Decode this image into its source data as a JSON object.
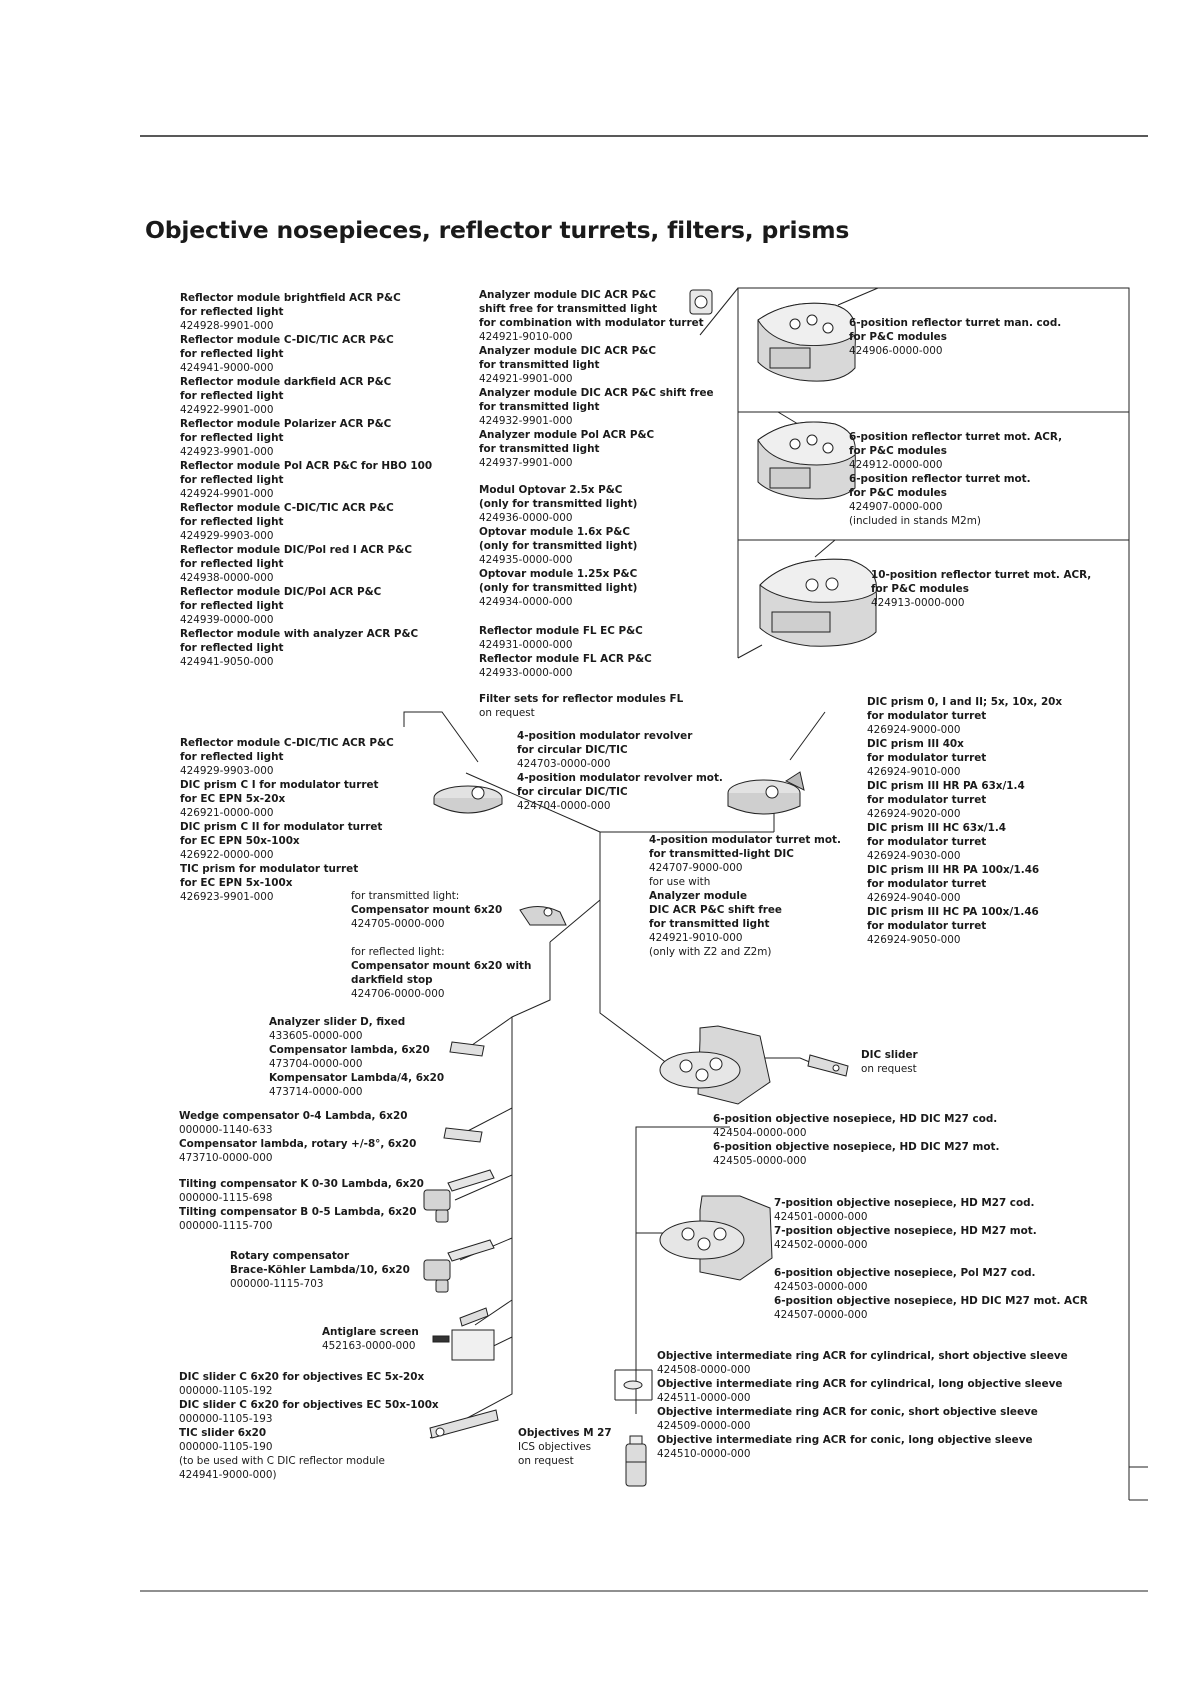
{
  "page_title": "Objective nosepieces, reflector turrets, filters, prisms",
  "col1_reflector_modules": [
    {
      "name": "Reflector module brightfield ACR P&C",
      "sub": "for reflected light",
      "part": "424928-9901-000"
    },
    {
      "name": "Reflector module C-DIC/TIC ACR P&C",
      "sub": "for reflected light",
      "part": "424941-9000-000"
    },
    {
      "name": "Reflector module darkfield ACR P&C",
      "sub": "for reflected light",
      "part": "424922-9901-000"
    },
    {
      "name": "Reflector module Polarizer ACR P&C",
      "sub": "for reflected light",
      "part": "424923-9901-000"
    },
    {
      "name": "Reflector module Pol ACR P&C for HBO 100",
      "sub": "for reflected light",
      "part": "424924-9901-000"
    },
    {
      "name": "Reflector module C-DIC/TIC ACR P&C",
      "sub": "for reflected light",
      "part": "424929-9903-000"
    },
    {
      "name": "Reflector module DIC/Pol red I ACR P&C",
      "sub": "for reflected light",
      "part": "424938-0000-000"
    },
    {
      "name": "Reflector module DIC/Pol ACR P&C",
      "sub": "for reflected light",
      "part": "424939-0000-000"
    },
    {
      "name": "Reflector module with analyzer ACR P&C",
      "sub": "for reflected light",
      "part": "424941-9050-000"
    }
  ],
  "col2_analyzer": {
    "lines": [
      {
        "t": "Analyzer module DIC ACR P&C",
        "w": "b"
      },
      {
        "t": "shift free for transmitted light",
        "w": "b"
      },
      {
        "t": "for combination with modulator turret",
        "w": "b"
      },
      {
        "t": "424921-9010-000",
        "w": "n"
      },
      {
        "t": "Analyzer module DIC ACR P&C",
        "w": "b"
      },
      {
        "t": "for transmitted light",
        "w": "b"
      },
      {
        "t": "424921-9901-000",
        "w": "n"
      },
      {
        "t": "Analyzer module DIC ACR P&C shift free",
        "w": "b"
      },
      {
        "t": "for transmitted light",
        "w": "b"
      },
      {
        "t": "424932-9901-000",
        "w": "n"
      },
      {
        "t": "Analyzer module Pol ACR P&C",
        "w": "b"
      },
      {
        "t": "for transmitted light",
        "w": "b"
      },
      {
        "t": "424937-9901-000",
        "w": "n"
      }
    ]
  },
  "col2_optovar": {
    "lines": [
      {
        "t": "Modul Optovar 2.5x P&C",
        "w": "b"
      },
      {
        "t": "(only for transmitted light)",
        "w": "b"
      },
      {
        "t": "424936-0000-000",
        "w": "n"
      },
      {
        "t": "Optovar module 1.6x P&C",
        "w": "b"
      },
      {
        "t": "(only for transmitted light)",
        "w": "b"
      },
      {
        "t": "424935-0000-000",
        "w": "n"
      },
      {
        "t": "Optovar module 1.25x P&C",
        "w": "b"
      },
      {
        "t": "(only for transmitted light)",
        "w": "b"
      },
      {
        "t": "424934-0000-000",
        "w": "n"
      }
    ]
  },
  "col2_fl": {
    "lines": [
      {
        "t": "Reflector module FL EC P&C",
        "w": "b"
      },
      {
        "t": "424931-0000-000",
        "w": "n"
      },
      {
        "t": "Reflector module FL ACR P&C",
        "w": "b"
      },
      {
        "t": "424933-0000-000",
        "w": "n"
      }
    ]
  },
  "col2_filtersets": {
    "lines": [
      {
        "t": "Filter sets for reflector modules FL",
        "w": "b"
      },
      {
        "t": "on request",
        "w": "n"
      }
    ]
  },
  "turret_manual": {
    "lines": [
      {
        "t": "6-position reflector turret man. cod.",
        "w": "b"
      },
      {
        "t": "for P&C modules",
        "w": "b"
      },
      {
        "t": "424906-0000-000",
        "w": "n"
      }
    ]
  },
  "turret_mot": {
    "lines": [
      {
        "t": "6-position reflector turret mot. ACR,",
        "w": "b"
      },
      {
        "t": "for P&C modules",
        "w": "b"
      },
      {
        "t": "424912-0000-000",
        "w": "n"
      },
      {
        "t": "6-position reflector turret mot.",
        "w": "b"
      },
      {
        "t": "for P&C modules",
        "w": "b"
      },
      {
        "t": "424907-0000-000",
        "w": "n"
      },
      {
        "t": "(included in stands M2m)",
        "w": "n"
      }
    ]
  },
  "turret_10": {
    "lines": [
      {
        "t": "10-position reflector turret mot. ACR,",
        "w": "b"
      },
      {
        "t": "for P&C modules",
        "w": "b"
      },
      {
        "t": "424913-0000-000",
        "w": "n"
      }
    ]
  },
  "dic_prisms": {
    "lines": [
      {
        "t": "DIC prism 0, I and II; 5x, 10x, 20x",
        "w": "b"
      },
      {
        "t": "for modulator turret",
        "w": "b"
      },
      {
        "t": "426924-9000-000",
        "w": "n"
      },
      {
        "t": "DIC prism III 40x",
        "w": "b"
      },
      {
        "t": "for modulator turret",
        "w": "b"
      },
      {
        "t": "426924-9010-000",
        "w": "n"
      },
      {
        "t": "DIC prism III HR PA 63x/1.4",
        "w": "b"
      },
      {
        "t": "for modulator turret",
        "w": "b"
      },
      {
        "t": "426924-9020-000",
        "w": "n"
      },
      {
        "t": "DIC prism III HC 63x/1.4",
        "w": "b"
      },
      {
        "t": "for modulator turret",
        "w": "b"
      },
      {
        "t": "426924-9030-000",
        "w": "n"
      },
      {
        "t": "DIC prism III HR PA 100x/1.46",
        "w": "b"
      },
      {
        "t": "for modulator turret",
        "w": "b"
      },
      {
        "t": "426924-9040-000",
        "w": "n"
      },
      {
        "t": "DIC prism III HC PA 100x/1.46",
        "w": "b"
      },
      {
        "t": "for modulator turret",
        "w": "b"
      },
      {
        "t": "426924-9050-000",
        "w": "n"
      }
    ]
  },
  "modulator_revolver": {
    "lines": [
      {
        "t": "4-position modulator revolver",
        "w": "b"
      },
      {
        "t": "for circular DIC/TIC",
        "w": "b"
      },
      {
        "t": "424703-0000-000",
        "w": "n"
      },
      {
        "t": "4-position modulator revolver mot.",
        "w": "b"
      },
      {
        "t": "for circular DIC/TIC",
        "w": "b"
      },
      {
        "t": "424704-0000-000",
        "w": "n"
      }
    ]
  },
  "left_prisms": {
    "lines": [
      {
        "t": "Reflector module C-DIC/TIC ACR P&C",
        "w": "b"
      },
      {
        "t": "for reflected light",
        "w": "b"
      },
      {
        "t": "424929-9903-000",
        "w": "n"
      },
      {
        "t": "DIC prism C I for modulator turret",
        "w": "b"
      },
      {
        "t": "for EC EPN 5x-20x",
        "w": "b"
      },
      {
        "t": "426921-0000-000",
        "w": "n"
      },
      {
        "t": "DIC prism C II for modulator turret",
        "w": "b"
      },
      {
        "t": "for EC EPN 50x-100x",
        "w": "b"
      },
      {
        "t": "426922-0000-000",
        "w": "n"
      },
      {
        "t": "TIC prism for modulator turret",
        "w": "b"
      },
      {
        "t": "for EC EPN 5x-100x",
        "w": "b"
      },
      {
        "t": "426923-9901-000",
        "w": "n"
      }
    ]
  },
  "compensator_mounts": {
    "lines": [
      {
        "t": "for transmitted light:",
        "w": "n"
      },
      {
        "t": "Compensator mount 6x20",
        "w": "b"
      },
      {
        "t": "424705-0000-000",
        "w": "n"
      },
      {
        "t": "",
        "w": "n"
      },
      {
        "t": "for reflected light:",
        "w": "n"
      },
      {
        "t": "Compensator mount 6x20 with",
        "w": "b"
      },
      {
        "t": "darkfield stop",
        "w": "b"
      },
      {
        "t": "424706-0000-000",
        "w": "n"
      }
    ]
  },
  "modulator_turret_mot": {
    "lines": [
      {
        "t": "4-position modulator turret mot.",
        "w": "b"
      },
      {
        "t": "for transmitted-light DIC",
        "w": "b"
      },
      {
        "t": "424707-9000-000",
        "w": "n"
      },
      {
        "t": "for use with",
        "w": "n"
      },
      {
        "t": "Analyzer module",
        "w": "b"
      },
      {
        "t": "DIC ACR P&C shift free",
        "w": "b"
      },
      {
        "t": "for transmitted light",
        "w": "b"
      },
      {
        "t": "424921-9010-000",
        "w": "n"
      },
      {
        "t": "(only with Z2 and Z2m)",
        "w": "n"
      }
    ]
  },
  "analyzer_slider": {
    "lines": [
      {
        "t": "Analyzer slider D, fixed",
        "w": "b"
      },
      {
        "t": "433605-0000-000",
        "w": "n"
      },
      {
        "t": "Compensator lambda, 6x20",
        "w": "b"
      },
      {
        "t": "473704-0000-000",
        "w": "n"
      },
      {
        "t": "Kompensator Lambda/4, 6x20",
        "w": "b"
      },
      {
        "t": "473714-0000-000",
        "w": "n"
      }
    ]
  },
  "dic_slider": {
    "lines": [
      {
        "t": "DIC slider",
        "w": "b"
      },
      {
        "t": "on request",
        "w": "n"
      }
    ]
  },
  "wedge": {
    "lines": [
      {
        "t": "Wedge compensator 0-4 Lambda, 6x20",
        "w": "b"
      },
      {
        "t": "000000-1140-633",
        "w": "n"
      },
      {
        "t": "Compensator lambda, rotary +/-8°, 6x20",
        "w": "b"
      },
      {
        "t": "473710-0000-000",
        "w": "n"
      }
    ]
  },
  "nosepiece_6": {
    "lines": [
      {
        "t": "6-position objective nosepiece, HD DIC M27 cod.",
        "w": "b"
      },
      {
        "t": "424504-0000-000",
        "w": "n"
      },
      {
        "t": "6-position objective nosepiece, HD DIC M27 mot.",
        "w": "b"
      },
      {
        "t": "424505-0000-000",
        "w": "n"
      }
    ]
  },
  "tilting": {
    "lines": [
      {
        "t": "Tilting compensator K 0-30 Lambda, 6x20",
        "w": "b"
      },
      {
        "t": "000000-1115-698",
        "w": "n"
      },
      {
        "t": "Tilting compensator B 0-5 Lambda, 6x20",
        "w": "b"
      },
      {
        "t": "000000-1115-700",
        "w": "n"
      }
    ]
  },
  "nosepiece_7": {
    "lines": [
      {
        "t": "7-position objective nosepiece, HD M27 cod.",
        "w": "b"
      },
      {
        "t": "424501-0000-000",
        "w": "n"
      },
      {
        "t": "7-position objective nosepiece, HD M27 mot.",
        "w": "b"
      },
      {
        "t": "424502-0000-000",
        "w": "n"
      },
      {
        "t": "",
        "w": "n"
      },
      {
        "t": "6-position objective nosepiece, Pol M27 cod.",
        "w": "b"
      },
      {
        "t": "424503-0000-000",
        "w": "n"
      },
      {
        "t": "6-position objective nosepiece, HD DIC M27 mot. ACR",
        "w": "b"
      },
      {
        "t": "424507-0000-000",
        "w": "n"
      }
    ]
  },
  "rotary": {
    "lines": [
      {
        "t": "Rotary compensator",
        "w": "b"
      },
      {
        "t": "Brace-Köhler Lambda/10, 6x20",
        "w": "b"
      },
      {
        "t": "000000-1115-703",
        "w": "n"
      }
    ]
  },
  "antiglare": {
    "lines": [
      {
        "t": "Antiglare screen",
        "w": "b"
      },
      {
        "t": "452163-0000-000",
        "w": "n"
      }
    ]
  },
  "rings": {
    "lines": [
      {
        "t": "Objective intermediate ring ACR for cylindrical, short objective sleeve",
        "w": "b"
      },
      {
        "t": "424508-0000-000",
        "w": "n"
      },
      {
        "t": "Objective intermediate ring ACR for cylindrical, long objective sleeve",
        "w": "b"
      },
      {
        "t": "424511-0000-000",
        "w": "n"
      },
      {
        "t": "Objective intermediate ring ACR for conic, short objective sleeve",
        "w": "b"
      },
      {
        "t": "424509-0000-000",
        "w": "n"
      },
      {
        "t": "Objective intermediate ring ACR for conic, long objective sleeve",
        "w": "b"
      },
      {
        "t": "424510-0000-000",
        "w": "n"
      }
    ]
  },
  "dic_sliders_c": {
    "lines": [
      {
        "t": "DIC slider C 6x20 for objectives EC 5x-20x",
        "w": "b"
      },
      {
        "t": "000000-1105-192",
        "w": "n"
      },
      {
        "t": "DIC slider C 6x20 for objectives EC 50x-100x",
        "w": "b"
      },
      {
        "t": "000000-1105-193",
        "w": "n"
      },
      {
        "t": "TIC slider 6x20",
        "w": "b"
      },
      {
        "t": "000000-1105-190",
        "w": "n"
      },
      {
        "t": "(to be used with C DIC reflector module",
        "w": "n"
      },
      {
        "t": "424941-9000-000)",
        "w": "n"
      }
    ]
  },
  "objectives": {
    "lines": [
      {
        "t": "Objectives M 27",
        "w": "b"
      },
      {
        "t": "ICS objectives",
        "w": "n"
      },
      {
        "t": "on request",
        "w": "n"
      }
    ]
  }
}
